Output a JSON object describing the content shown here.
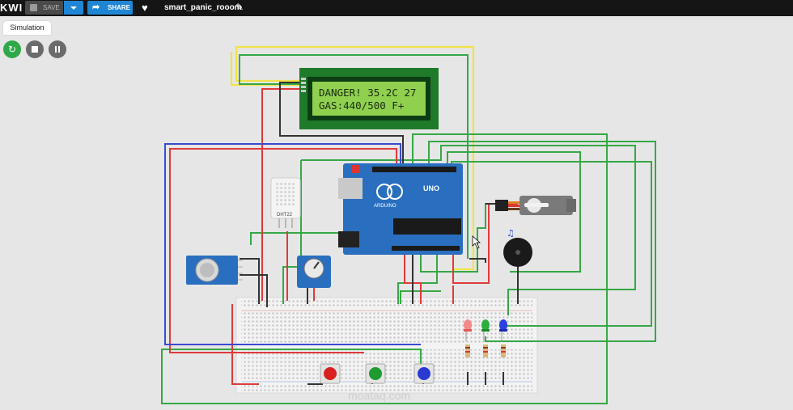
{
  "topbar": {
    "logo": "KWI",
    "save_label": "SAVE",
    "share_label": "SHARE",
    "project_name": "smart_panic_rooom"
  },
  "sim": {
    "tab_label": "Simulation"
  },
  "lcd": {
    "line1": "DANGER! 35.2C 27",
    "line2": "GAS:440/500 F+"
  },
  "arduino": {
    "brand": "ARDUINO",
    "model": "UNO"
  },
  "dht": {
    "label": "DHT22"
  },
  "watermark": "moataq.com",
  "colors": {
    "lcd_board": "#1f7a2a",
    "lcd_screen": "#8fd14f",
    "arduino_board": "#2a6fbf",
    "accent_blue": "#1f86d6",
    "restart_green": "#2fa84a"
  }
}
